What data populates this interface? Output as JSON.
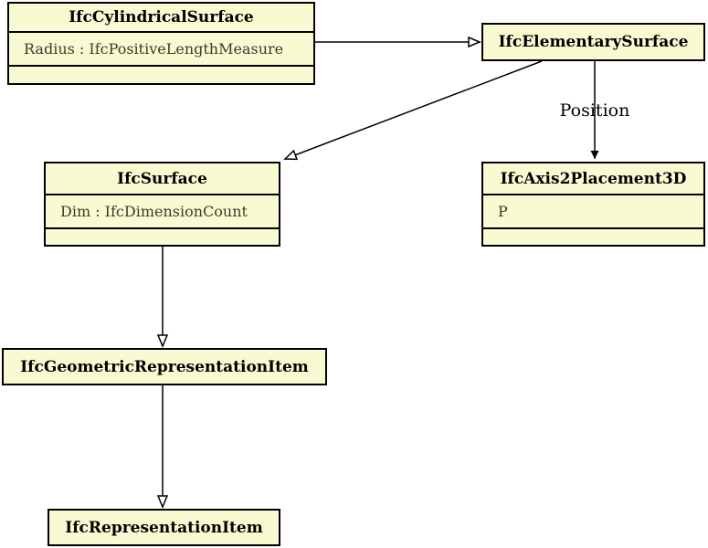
{
  "diagram": {
    "kind": "uml-class-diagram",
    "classes": [
      {
        "name": "IfcCylindricalSurface",
        "attributes": [
          "Radius : IfcPositiveLengthMeasure"
        ]
      },
      {
        "name": "IfcElementarySurface",
        "attributes": []
      },
      {
        "name": "IfcSurface",
        "attributes": [
          "Dim : IfcDimensionCount"
        ]
      },
      {
        "name": "IfcAxis2Placement3D",
        "attributes": [
          "P"
        ]
      },
      {
        "name": "IfcGeometricRepresentationItem",
        "attributes": []
      },
      {
        "name": "IfcRepresentationItem",
        "attributes": []
      }
    ],
    "edges": [
      {
        "from": "IfcCylindricalSurface",
        "to": "IfcElementarySurface",
        "type": "inheritance",
        "label": ""
      },
      {
        "from": "IfcElementarySurface",
        "to": "IfcSurface",
        "type": "inheritance",
        "label": ""
      },
      {
        "from": "IfcElementarySurface",
        "to": "IfcAxis2Placement3D",
        "type": "association",
        "label": "Position"
      },
      {
        "from": "IfcSurface",
        "to": "IfcGeometricRepresentationItem",
        "type": "inheritance",
        "label": ""
      },
      {
        "from": "IfcGeometricRepresentationItem",
        "to": "IfcRepresentationItem",
        "type": "inheritance",
        "label": ""
      }
    ],
    "colors": {
      "box_fill": "#FAFAD2",
      "border": "#000000",
      "title_text": "#000000",
      "attribute_text": "#3C3C28",
      "edge": "#000000",
      "background": "#FFFFFF"
    }
  }
}
